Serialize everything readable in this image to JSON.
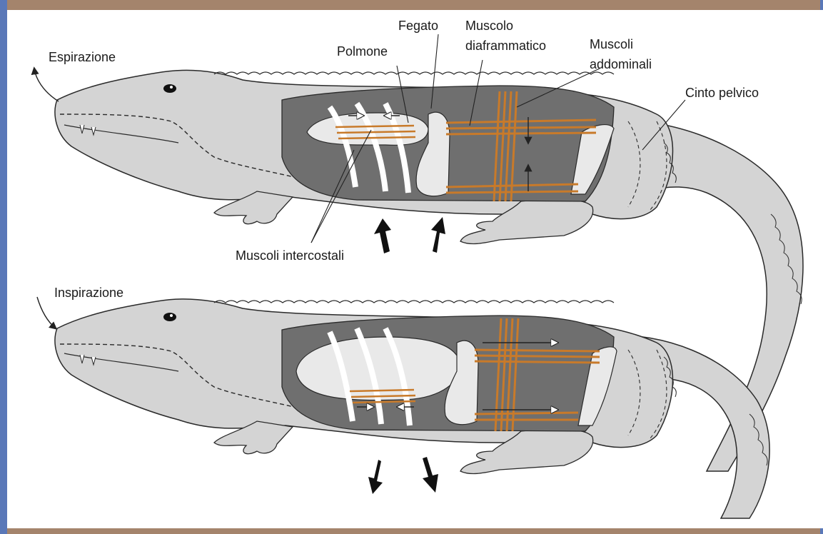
{
  "colors": {
    "body": "#d4d4d4",
    "cavity": "#6f6f6f",
    "organ": "#e9e9e9",
    "muscle": "#c87a2a",
    "outline": "#2a2a2a",
    "frame": "#a4846c",
    "border_blue": "#5a78b8"
  },
  "labels": {
    "espirazione": "Espirazione",
    "inspirazione": "Inspirazione",
    "fegato": "Fegato",
    "polmone": "Polmone",
    "muscolo_line1": "Muscolo",
    "muscolo_line2": "diaframmatico",
    "addominali_line1": "Muscoli",
    "addominali_line2": "addominali",
    "cinto": "Cinto pelvico",
    "intercostali": "Muscoli intercostali"
  }
}
